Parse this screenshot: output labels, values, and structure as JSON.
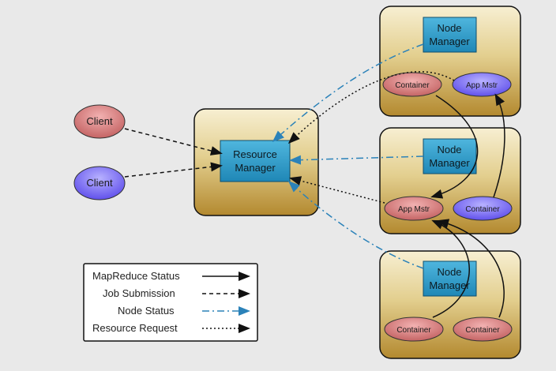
{
  "diagram": {
    "resource_manager": {
      "line1": "Resource",
      "line2": "Manager"
    },
    "node_manager": {
      "line1": "Node",
      "line2": "Manager"
    },
    "clients": [
      "Client",
      "Client"
    ],
    "top_node": {
      "left": "Container",
      "right": "App Mstr"
    },
    "mid_node": {
      "left": "App Mstr",
      "right": "Container"
    },
    "bottom_node": {
      "left": "Container",
      "right": "Container"
    }
  },
  "legend": {
    "items": [
      "MapReduce Status",
      "Job Submission",
      "Node Status",
      "Resource Request"
    ]
  },
  "colors": {
    "background": "#e9e9e9",
    "box_gold_light": "#f6ecc9",
    "box_gold_dark": "#b3892f",
    "manager_blue": "#2c9bc7",
    "pill_red": "#c96767",
    "pill_purple": "#6a5ff0",
    "node_status_blue": "#2b82b9"
  }
}
